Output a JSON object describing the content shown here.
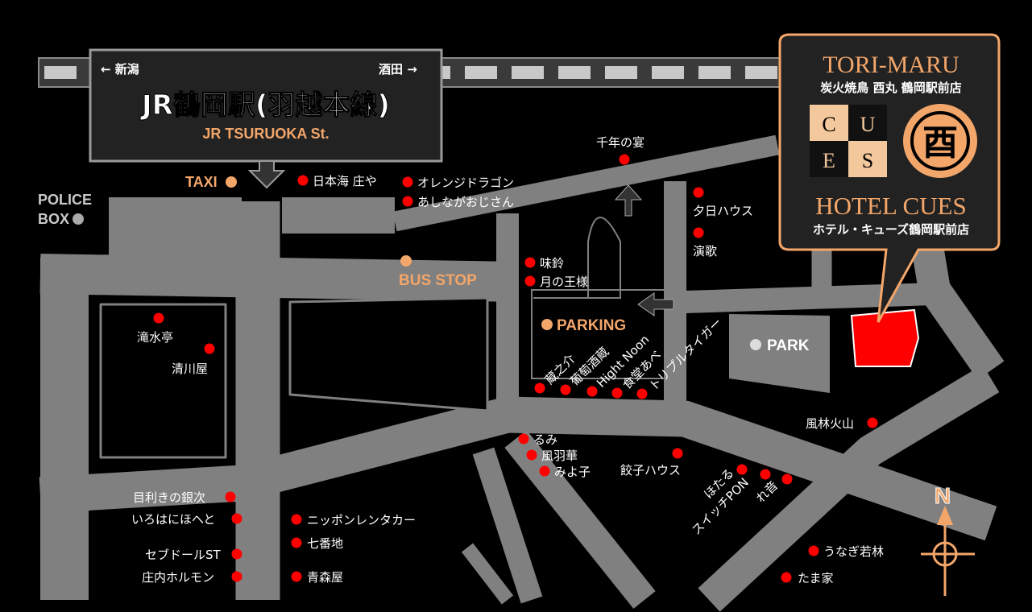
{
  "station": {
    "left_dir": "← 新潟",
    "right_dir": "酒田 →",
    "name_ja": "JR鶴岡駅(羽越本線)",
    "name_en": "JR TSURUOKA St."
  },
  "landmarks": {
    "taxi": "TAXI",
    "police_line1": "POLICE",
    "police_line2": "BOX",
    "bus_stop": "BUS STOP",
    "parking": "PARKING",
    "park": "PARK"
  },
  "hotel": {
    "brand": "TORI-MARU",
    "sub": "炭火焼鳥 酉丸 鶴岡駅前店",
    "logo_letters": [
      "C",
      "U",
      "E",
      "S"
    ],
    "seal": "酉",
    "name": "HOTEL CUES",
    "name_ja": "ホテル・キューズ鶴岡駅前店"
  },
  "shops": {
    "nihonkai": "日本海 庄や",
    "orange": "オレンジドラゴン",
    "ashinaga": "あしながおじさん",
    "chitose": "千年の宴",
    "yuuhi": "夕日ハウス",
    "enka": "演歌",
    "misuzu": "味鈴",
    "tsuki": "月の王様",
    "takimizu": "滝水亭",
    "kiyokawa": "清川屋",
    "kuranosuke": "蔵之介",
    "budou": "葡萄酒蔵",
    "hight": "Hight Noon",
    "shokudou": "食堂あべ",
    "triple": "トリプルタイガー",
    "fuurin": "風林火山",
    "rumi": "るみ",
    "fuuuka": "風羽華",
    "miyoko": "みよ子",
    "gyouza": "餃子ハウス",
    "hotaru": "ほたる",
    "switch": "スイッチPON",
    "reine": "れ音",
    "mekiki": "目利きの銀次",
    "iroha": "いろはにほへと",
    "seven": "セブドールST",
    "shounai": "庄内ホルモン",
    "nippon": "ニッポンレンタカー",
    "nanaban": "七番地",
    "aomori": "青森屋",
    "unagi": "うなぎ若林",
    "tama": "たま家"
  },
  "compass": {
    "north": "N"
  },
  "colors": {
    "road": "#808080",
    "edge": "#f3a66a",
    "shop": "#ff0000",
    "hotel": "#ff0000"
  }
}
